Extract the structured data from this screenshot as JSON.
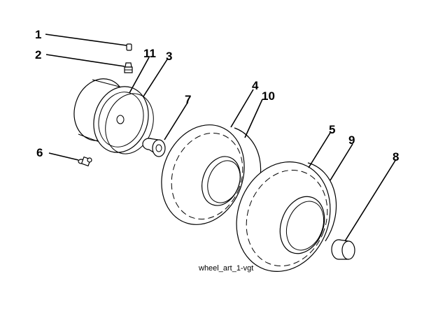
{
  "callouts": {
    "c1": "1",
    "c2": "2",
    "c3": "3",
    "c4": "4",
    "c5": "5",
    "c6": "6",
    "c7": "7",
    "c8": "8",
    "c9": "9",
    "c10": "10",
    "c11": "11"
  },
  "caption": "wheel_art_1-vgt"
}
